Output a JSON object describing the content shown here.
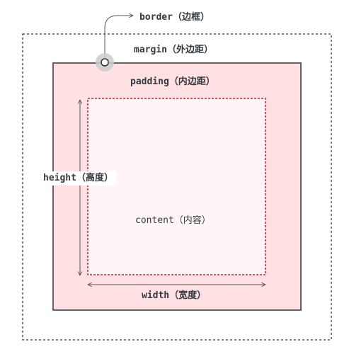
{
  "labels": {
    "border": "border（边框）",
    "margin": "margin（外边距）",
    "padding": "padding（内边距）",
    "content": "content（内容）",
    "height": "height（高度）",
    "width": "width（宽度）"
  },
  "colors": {
    "padding_fill": "#ffe0e3",
    "content_fill": "#fff5f6",
    "border_stroke": "#333333",
    "content_outline": "#cc2233",
    "margin_outline": "#333333",
    "marker_fill": "#cccccc"
  }
}
